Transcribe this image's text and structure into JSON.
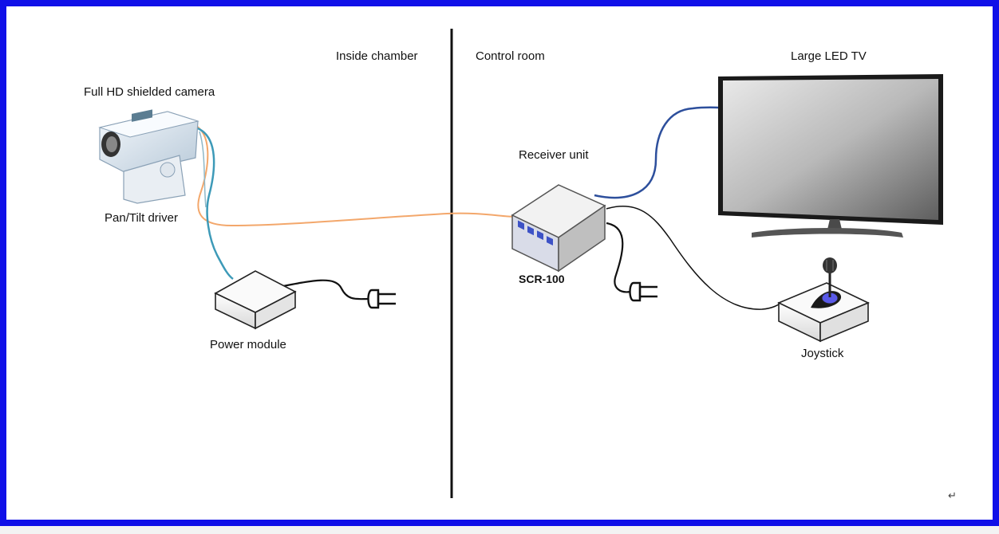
{
  "labels": {
    "inside_chamber": "Inside chamber",
    "control_room": "Control room",
    "large_led_tv": "Large LED TV",
    "camera": "Full HD shielded camera",
    "pan_tilt": "Pan/Tilt driver",
    "receiver": "Receiver unit",
    "model": "SCR-100",
    "power_module": "Power module",
    "joystick": "Joystick",
    "return_mark": "↵"
  },
  "colors": {
    "frame_border": "#1010e8",
    "divider": "#111111",
    "orange_cable": "#f3a76b",
    "blue_cable": "#2d4f9c",
    "teal_cable": "#3d9ab8",
    "black_cable": "#111111",
    "joystick_blue": "#5a5ae8"
  }
}
